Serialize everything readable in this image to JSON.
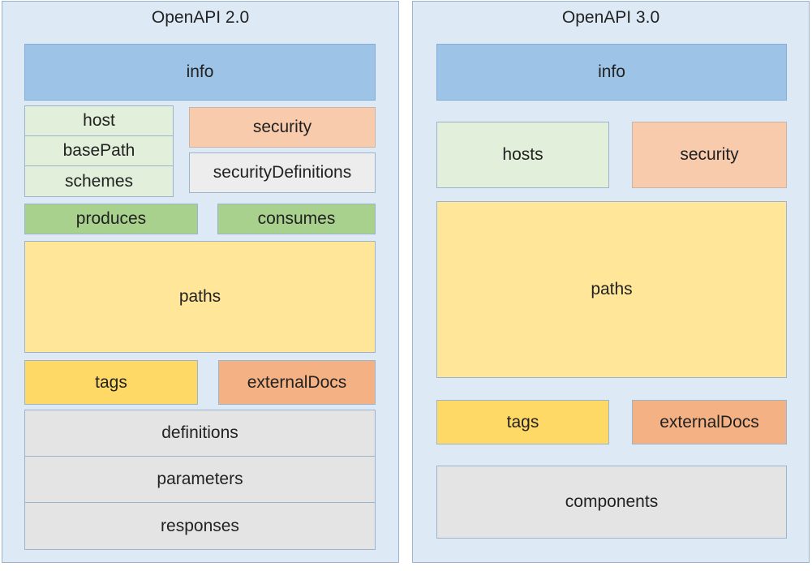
{
  "colors": {
    "panel_bg": "#dde9f5",
    "panel_border": "#9bb4cc",
    "info": "#9dc3e6",
    "host": "#e2efda",
    "security": "#f8cbad",
    "security_definitions": "#ededed",
    "produces_consumes": "#a9d18e",
    "paths": "#ffe699",
    "tags": "#ffd966",
    "external_docs": "#f4b183",
    "grey_blocks": "#e4e4e4"
  },
  "left": {
    "title": "OpenAPI 2.0",
    "info": "info",
    "host": "host",
    "basePath": "basePath",
    "schemes": "schemes",
    "security": "security",
    "securityDefinitions": "securityDefinitions",
    "produces": "produces",
    "consumes": "consumes",
    "paths": "paths",
    "tags": "tags",
    "externalDocs": "externalDocs",
    "definitions": "definitions",
    "parameters": "parameters",
    "responses": "responses"
  },
  "right": {
    "title": "OpenAPI 3.0",
    "info": "info",
    "hosts": "hosts",
    "security": "security",
    "paths": "paths",
    "tags": "tags",
    "externalDocs": "externalDocs",
    "components": "components"
  }
}
